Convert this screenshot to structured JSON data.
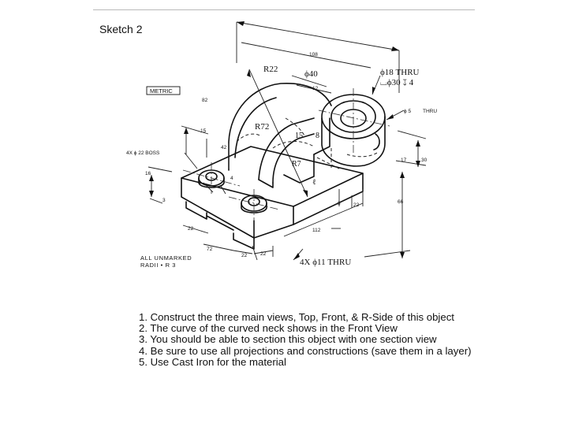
{
  "title": "Sketch 2",
  "labels": {
    "metric": "METRIC",
    "r22": "R22",
    "d108": "108",
    "phi40": "ϕ40",
    "d12": "12",
    "d82": "82",
    "r72": "R72",
    "d15a": "15",
    "d15b": "15",
    "d8": "8",
    "d42": "42",
    "r7": "R7",
    "boss": "4X ϕ 22 BOSS",
    "d16": "16",
    "d4": "4",
    "d3a": "3",
    "d3b": "3",
    "d22a": "22",
    "d22b": "22",
    "d22c": "22",
    "d22d": "22",
    "d72": "72",
    "d112": "112",
    "d17": "17",
    "d30": "30",
    "d66": "66",
    "thru18": "ϕ18 THRU",
    "cbore": "⌴ϕ30 ↧ 4",
    "phi5": "ϕ 5",
    "thru": "THRU",
    "unmarked1": "ALL UNMARKED",
    "unmarked2": "RADII • R 3",
    "holes11": "4X ϕ11 THRU",
    "centerline": "ℓ"
  },
  "instructions": [
    "1. Construct the three main views, Top, Front, & R-Side of this object",
    "2. The curve of the curved neck shows in the Front View",
    "3. You should be able to section this object with one section view",
    "4. Be sure to use all projections and constructions (save them in a layer)",
    "5. Use Cast Iron for the material"
  ]
}
